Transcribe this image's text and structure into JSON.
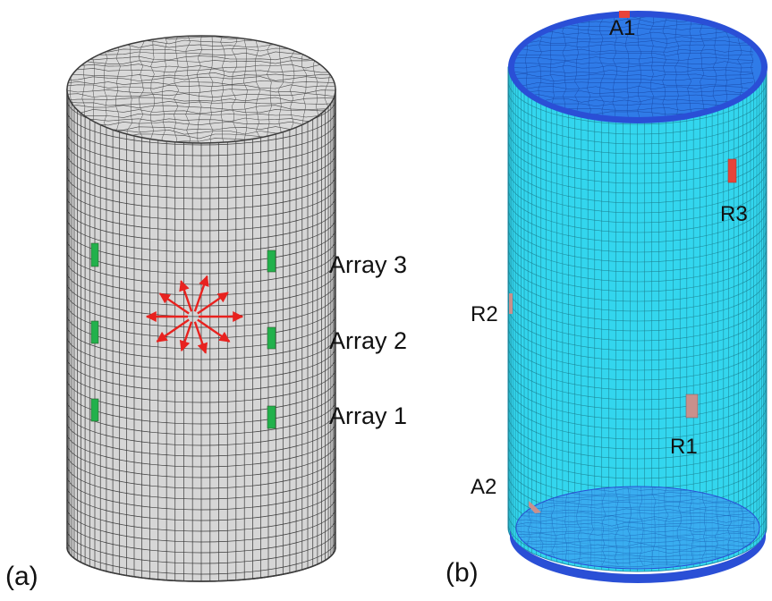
{
  "panel_a": {
    "label": "(a)",
    "arrays": [
      "Array 3",
      "Array 2",
      "Array 1"
    ],
    "colors": {
      "mesh": "#d6d6d6",
      "grid": "#3a3a3a",
      "sensor": "#22b14c",
      "arrow": "#e8221f"
    },
    "radial_arrow_count": 10
  },
  "panel_b": {
    "label": "(b)",
    "sensors": {
      "A1": "A1",
      "R3": "R3",
      "R2": "R2",
      "R1": "R1",
      "A2": "A2"
    },
    "colors": {
      "shell": "#33d6ee",
      "cap": "#2f6fe8",
      "rim": "#2a4fd6",
      "sensor_red": "#e8443a",
      "sensor_pink": "#c9908c"
    }
  }
}
